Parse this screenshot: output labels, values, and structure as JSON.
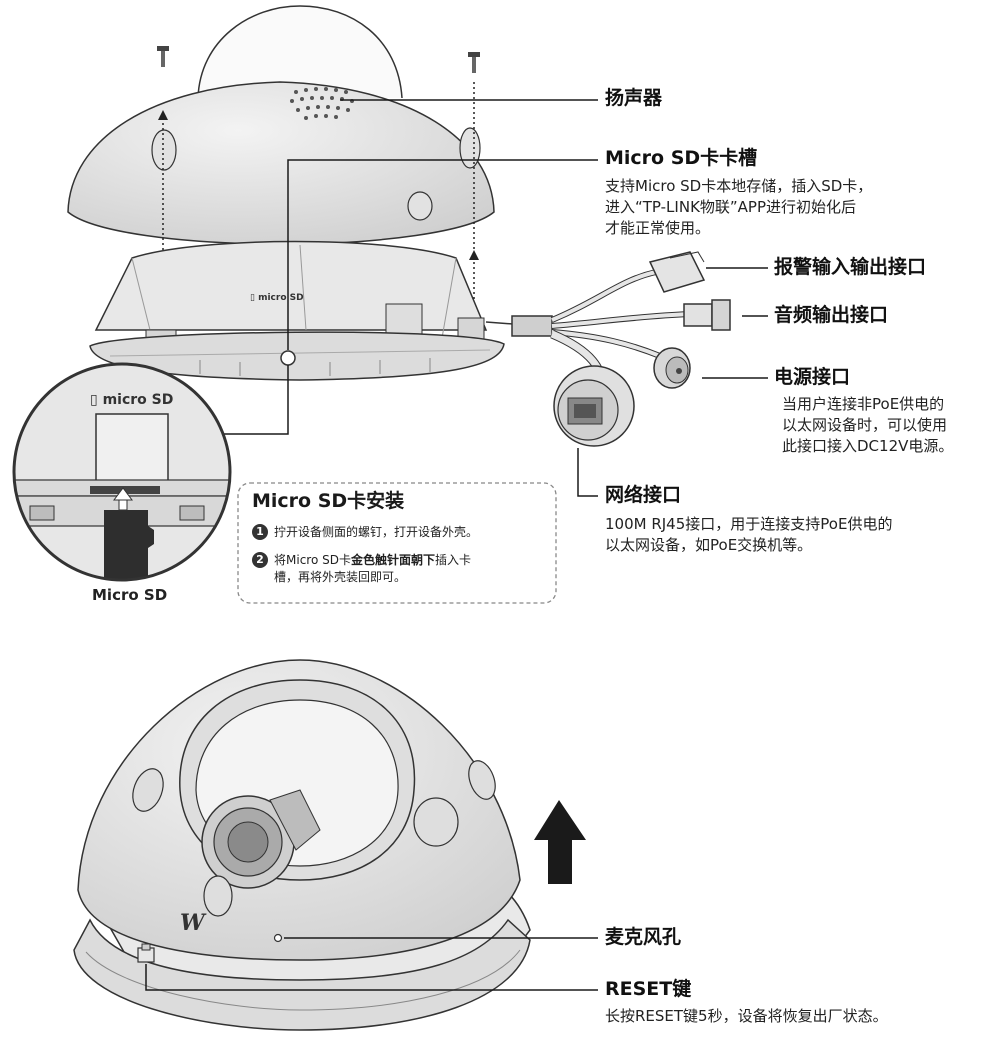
{
  "labels": {
    "speaker": "扬声器",
    "sd_slot": "Micro SD卡卡槽",
    "sd_slot_desc": "支持Micro SD卡本地存储，插入SD卡，\n进入“TP-LINK物联”APP进行初始化后\n才能正常使用。",
    "alarm": "报警输入输出接口",
    "audio_out": "音频输出接口",
    "power": "电源接口",
    "power_desc": "当用户连接非PoE供电的\n以太网设备时，可以使用\n此接口接入DC12V电源。",
    "network": "网络接口",
    "network_desc": "100M RJ45接口，用于连接支持PoE供电的\n以太网设备，如PoE交换机等。",
    "mic": "麦克风孔",
    "reset": "RESET键",
    "reset_desc": "长按RESET键5秒，设备将恢复出厂状态。"
  },
  "install": {
    "title": "Micro SD卡安装",
    "steps": [
      {
        "num": "1",
        "text": "拧开设备侧面的螺钉，打开设备外壳。"
      },
      {
        "num": "2",
        "pre": "将Micro SD卡",
        "bold": "金色触针面朝下",
        "post": "插入卡\n槽，再将外壳装回即可。"
      }
    ]
  },
  "zoom": {
    "caption": "Micro SD",
    "card_label": "micro SD",
    "slot_label": "micro SD"
  },
  "brand_mark": "W",
  "colors": {
    "line": "#1a1a1a",
    "body": "#e6e6e6",
    "shade": "#d2d2d2",
    "dark": "#444444"
  }
}
